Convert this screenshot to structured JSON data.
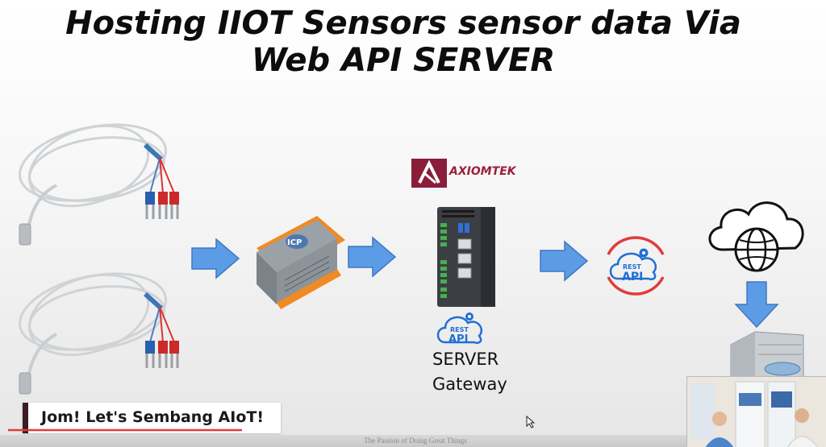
{
  "slide": {
    "title_line1": "Hosting IIOT Sensors sensor data Via",
    "title_line2": "Web API SERVER"
  },
  "gateway": {
    "brand": "AXIOMTEK",
    "label_line1": "SERVER",
    "label_line2": "Gateway"
  },
  "badges": {
    "rest": "REST",
    "api": "API"
  },
  "banner": {
    "text": "Jom! Let's Sembang AIoT!"
  },
  "footer": {
    "tagline": "The Passion of Doing Great Things"
  },
  "colors": {
    "arrow": "#4d8fe0",
    "brand": "#9c1f3d",
    "rest_badge": "#1f6fd6",
    "rest_arc": "#e23a3a"
  }
}
